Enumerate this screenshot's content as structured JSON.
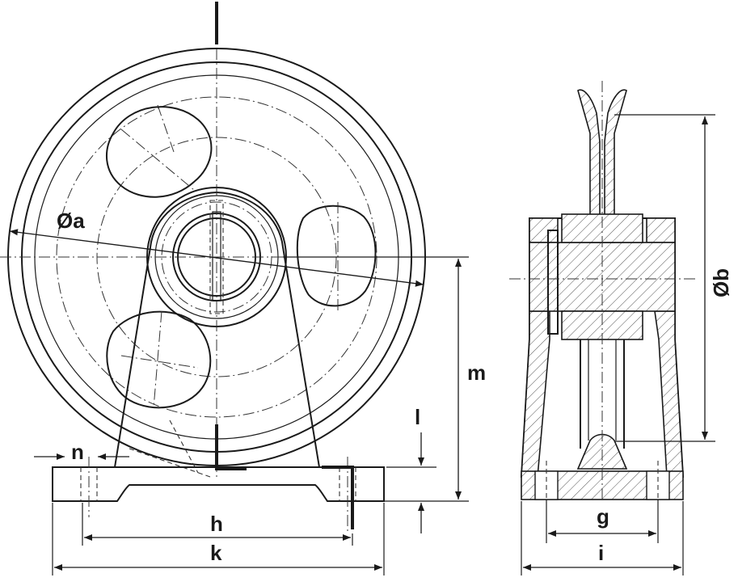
{
  "diagram": {
    "labels": {
      "dia_a": "Øa",
      "dia_b": "Øb",
      "m": "m",
      "l": "l",
      "n": "n",
      "h": "h",
      "k": "k",
      "g": "g",
      "i": "i"
    }
  }
}
